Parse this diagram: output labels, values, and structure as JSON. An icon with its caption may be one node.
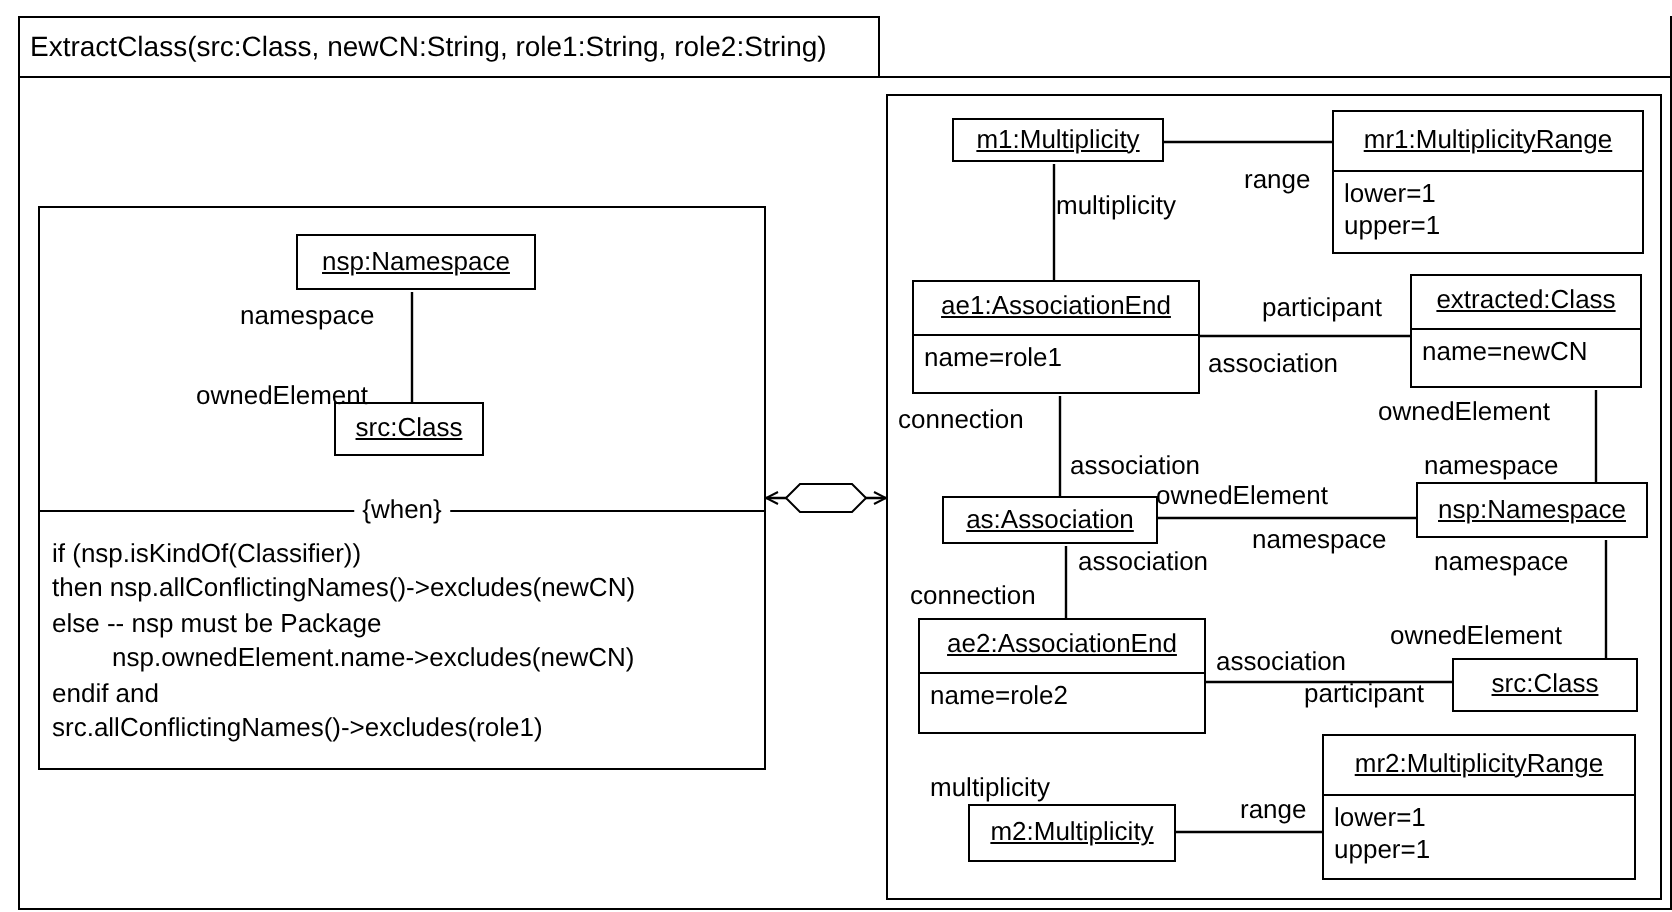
{
  "diagram": {
    "nodes": [
      {
        "text": [
          "ExtractClass(src:Class, newCN:String, role1:String, role2:String)"
        ]
      },
      {
        "text": [
          "{when}",
          "if (nsp.isKindOf(Classifier))",
          "then nsp.allConflictingNames()->excludes(newCN)",
          "else  -- nsp must be Package",
          "nsp.ownedElement.name->excludes(newCN)",
          "endif and",
          "src.allConflictingNames()->excludes(role1)"
        ],
        "in": 0
      },
      {
        "text": [
          "nsp:Namespace"
        ],
        "in": 1
      },
      {
        "text": [
          "src:Class"
        ],
        "in": 1
      },
      {
        "text": [],
        "shape": "box",
        "in": 0
      },
      {
        "text": [
          "m1:Multiplicity"
        ],
        "in": 4
      },
      {
        "text": [
          "mr1:MultiplicityRange",
          "lower=1 upper=1"
        ],
        "in": 4
      },
      {
        "text": [
          "ae1:AssociationEnd",
          "name=role1"
        ],
        "in": 4
      },
      {
        "text": [
          "extracted:Class",
          "name=newCN"
        ],
        "in": 4
      },
      {
        "text": [
          "as:Association"
        ],
        "in": 4
      },
      {
        "text": [
          "nsp:Namespace"
        ],
        "in": 4
      },
      {
        "text": [
          "ae2:AssociationEnd",
          "name=role2"
        ],
        "in": 4
      },
      {
        "text": [
          "src:Class"
        ],
        "in": 4
      },
      {
        "text": [
          "mr2:MultiplicityRange",
          "lower=1 upper=1"
        ],
        "in": 4
      },
      {
        "text": [
          "m2:Multiplicity"
        ],
        "in": 4
      }
    ],
    "edges": [
      {
        "from": 2,
        "to": 3,
        "arrow": "none"
      },
      {
        "from": 1,
        "to": 4,
        "arrow": "both"
      },
      {
        "from": 5,
        "to": 6,
        "arrow": "none"
      },
      {
        "from": 5,
        "to": 7,
        "arrow": "none"
      },
      {
        "from": 7,
        "to": 8,
        "arrow": "none"
      },
      {
        "from": 7,
        "to": 9,
        "arrow": "none"
      },
      {
        "from": 8,
        "to": 10,
        "arrow": "none"
      },
      {
        "from": 9,
        "to": 10,
        "arrow": "none"
      },
      {
        "from": 9,
        "to": 11,
        "arrow": "none"
      },
      {
        "from": 10,
        "to": 12,
        "arrow": "none"
      },
      {
        "from": 11,
        "to": 12,
        "arrow": "none"
      },
      {
        "from": 14,
        "to": 13,
        "arrow": "none"
      }
    ],
    "labels": [
      "namespace",
      "ownedElement",
      "range",
      "multiplicity",
      "participant",
      "association",
      "connection",
      "ownedElement",
      "namespace",
      "association",
      "ownedElement",
      "namespace",
      "association",
      "namespace",
      "connection",
      "ownedElement",
      "association",
      "participant",
      "multiplicity",
      "range"
    ]
  }
}
